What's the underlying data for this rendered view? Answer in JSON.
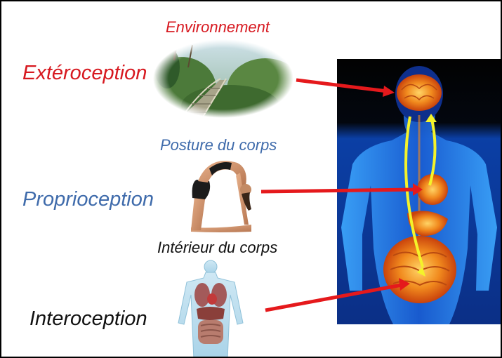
{
  "senses": {
    "exteroception": "Extéroception",
    "proprioception": "Proprioception",
    "interoception": "Interoception"
  },
  "captions": {
    "environment": "Environnement",
    "posture": "Posture du corps",
    "interior": "Intérieur du corps"
  },
  "colors": {
    "exteroception": "#d71920",
    "proprioception": "#3f6bab",
    "interoception": "#111111",
    "arrow_red": "#e5191c",
    "arrow_yellow": "#f4f32a"
  }
}
